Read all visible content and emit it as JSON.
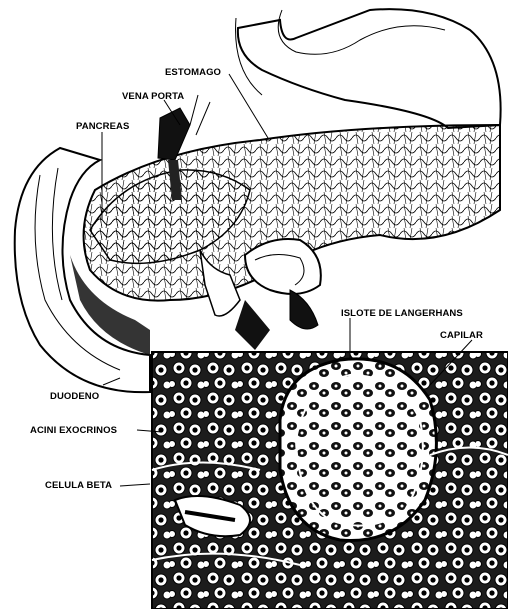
{
  "labels": {
    "estomago": "ESTOMAGO",
    "vena_porta": "VENA PORTA",
    "pancreas": "PANCREAS",
    "islote": "ISLOTE DE LANGERHANS",
    "capilar": "CAPILAR",
    "duodeno": "DUODENO",
    "acini": "ACINI EXOCRINOS",
    "celula_beta": "CELULA BETA"
  },
  "colors": {
    "ink": "#000000",
    "paper": "#ffffff",
    "tissue": "#2a2a2a"
  }
}
